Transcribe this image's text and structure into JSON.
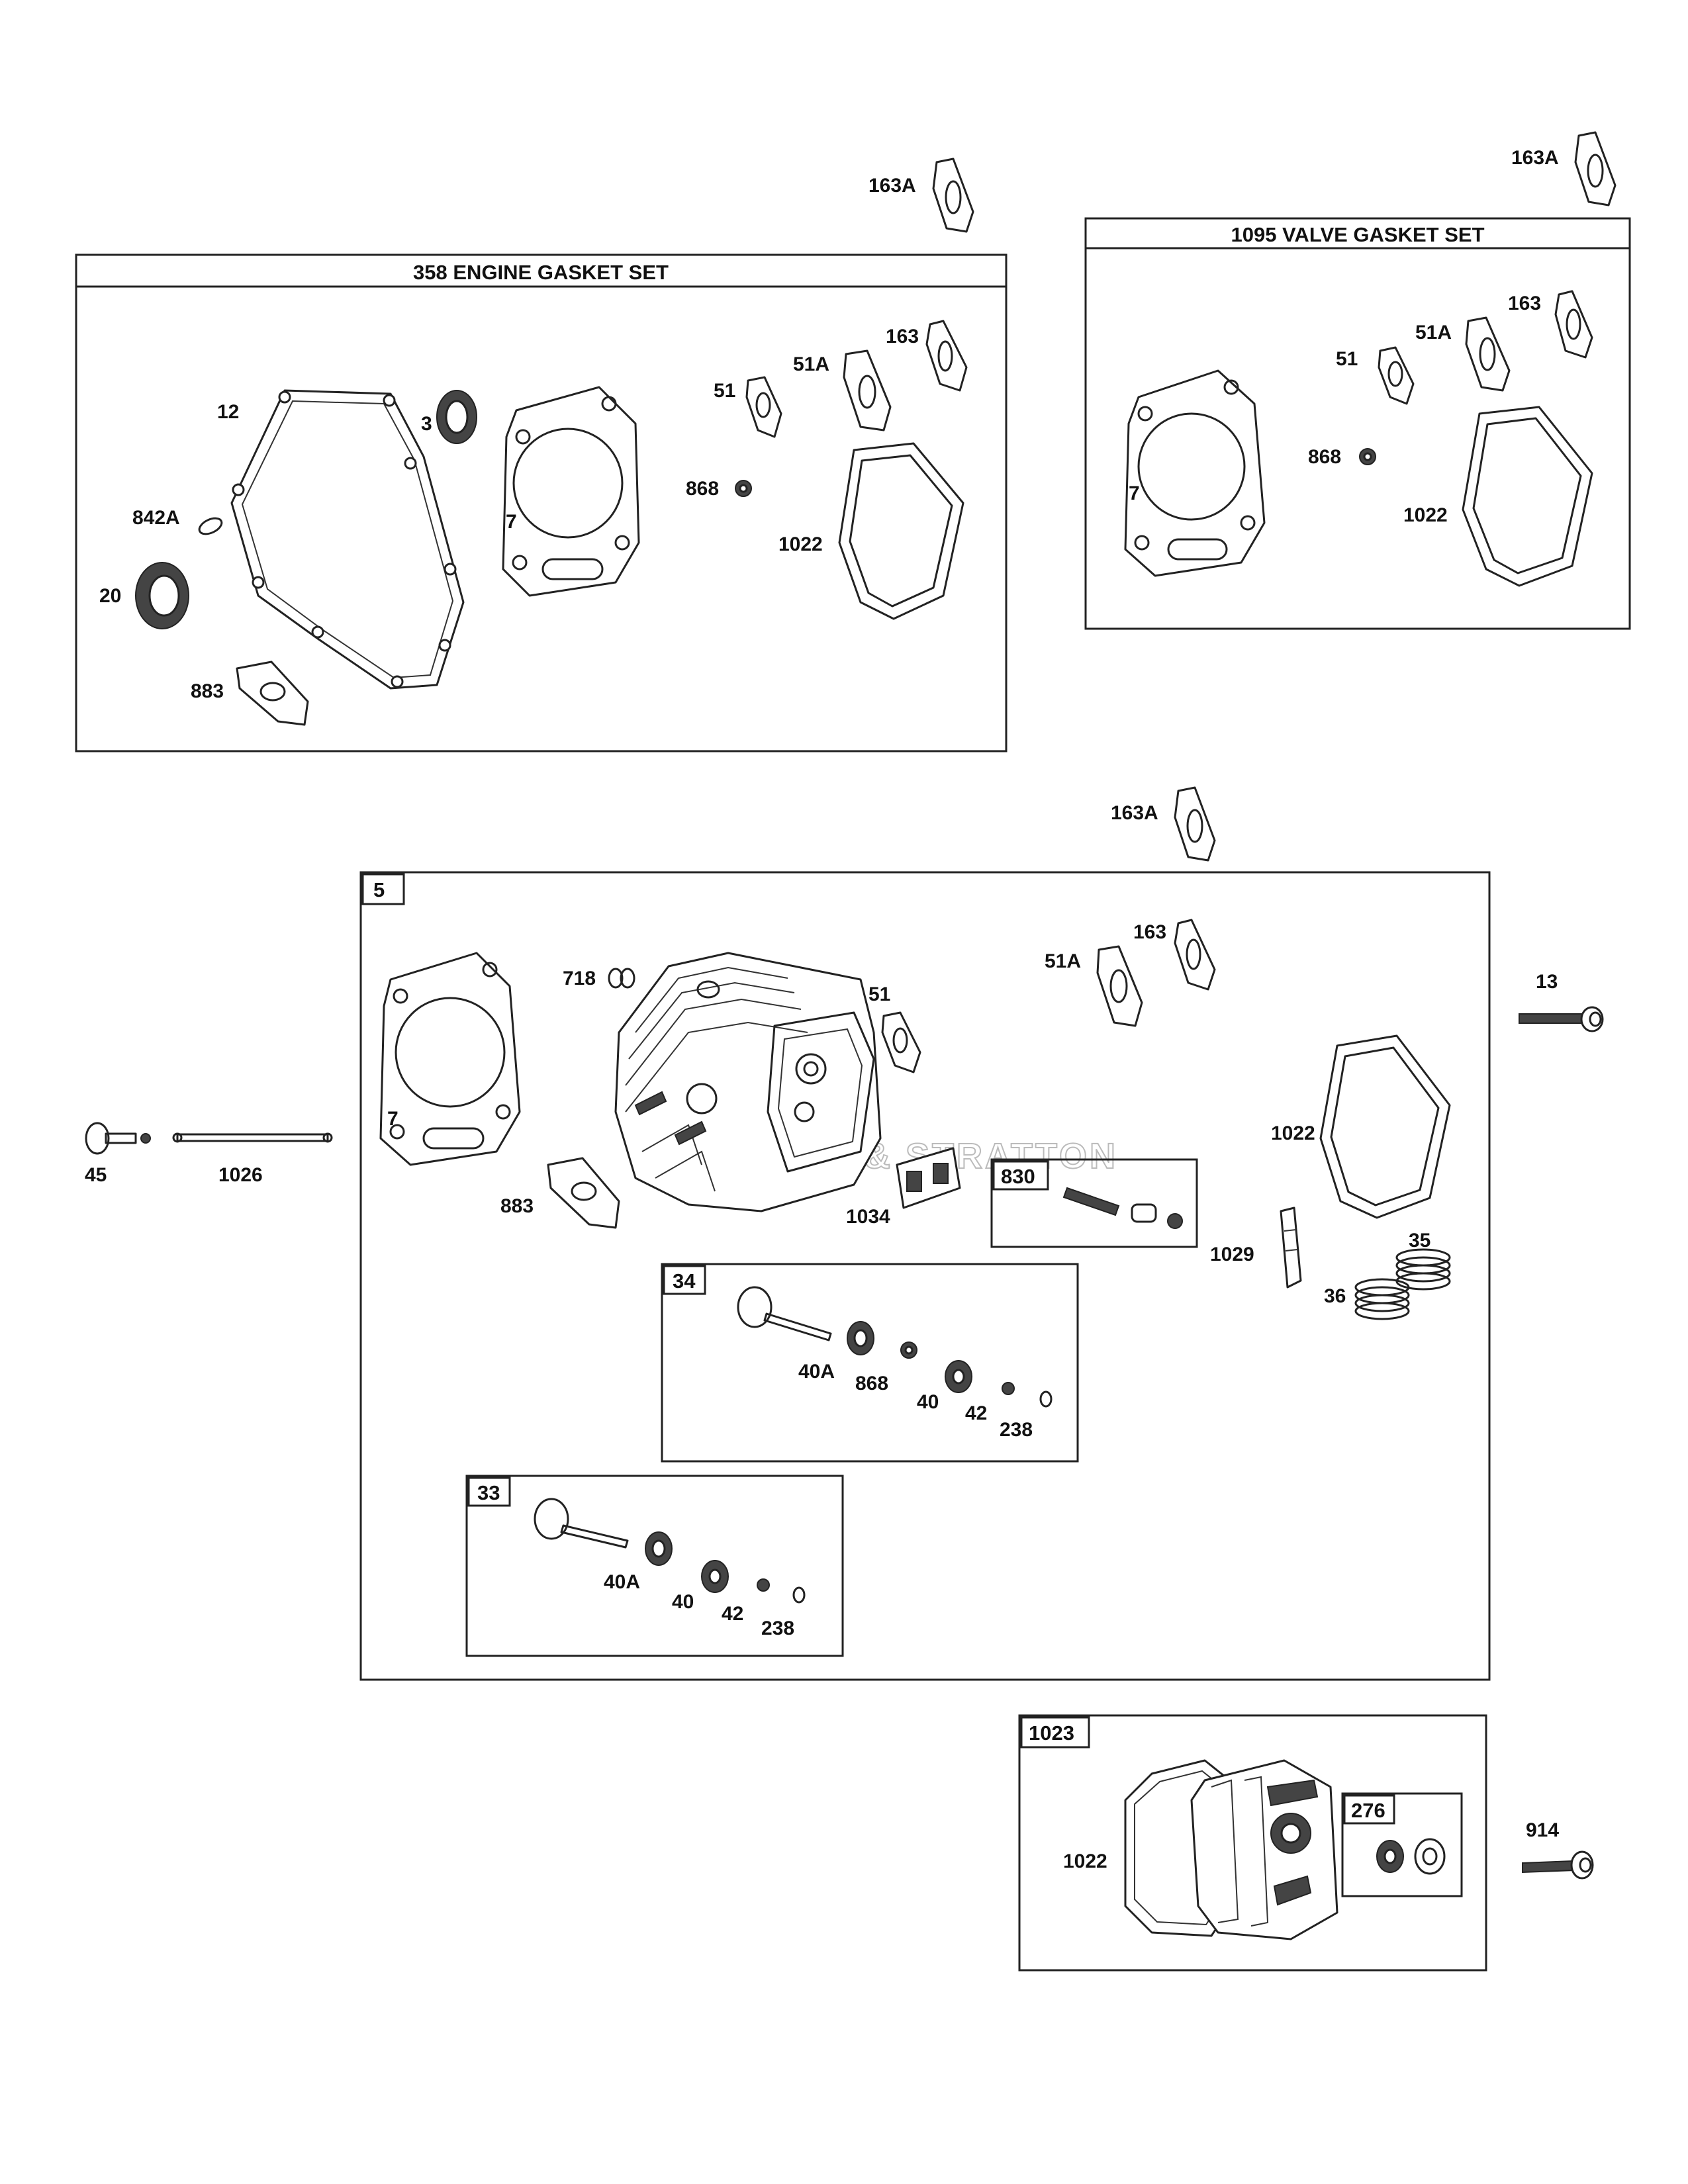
{
  "sets": {
    "engine_gasket_set": "358 ENGINE GASKET SET",
    "valve_gasket_set": "1095 VALVE GASKET SET"
  },
  "groups": {
    "cylinder_head": "5",
    "valve_33": "33",
    "valve_34": "34",
    "group_830": "830",
    "valve_cover_1023": "1023",
    "group_276": "276"
  },
  "labels": {
    "p163A_top_mid": "163A",
    "p163A_top_right": "163A",
    "p163A_mid": "163A",
    "eg_12": "12",
    "eg_3": "3",
    "eg_7": "7",
    "eg_51": "51",
    "eg_51A": "51A",
    "eg_163": "163",
    "eg_842A": "842A",
    "eg_868": "868",
    "eg_20": "20",
    "eg_1022": "1022",
    "eg_883": "883",
    "vg_163": "163",
    "vg_51A": "51A",
    "vg_51": "51",
    "vg_868": "868",
    "vg_7": "7",
    "vg_1022": "1022",
    "ch_718": "718",
    "ch_51": "51",
    "ch_51A": "51A",
    "ch_163": "163",
    "ch_7": "7",
    "ch_883": "883",
    "ch_1034": "1034",
    "ch_1022": "1022",
    "ch_1029": "1029",
    "ch_35": "35",
    "ch_36": "36",
    "v34_40A": "40A",
    "v34_868": "868",
    "v34_40": "40",
    "v34_42": "42",
    "v34_238": "238",
    "v33_40A": "40A",
    "v33_40": "40",
    "v33_42": "42",
    "v33_238": "238",
    "p13": "13",
    "p45": "45",
    "p1026": "1026",
    "vc_1022": "1022",
    "p914": "914"
  },
  "watermark": "BRIGGS & STRATTON"
}
